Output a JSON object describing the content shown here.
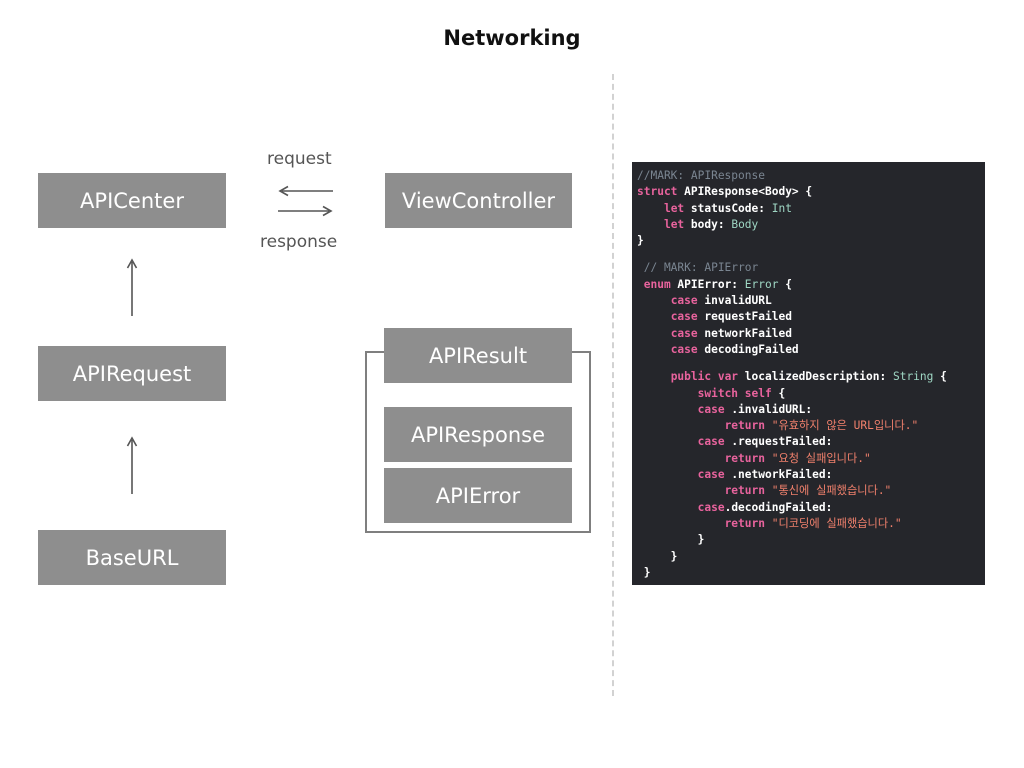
{
  "title": "Networking",
  "diagram": {
    "boxes": {
      "api_center": "APICenter",
      "view_controller": "ViewController",
      "api_request": "APIRequest",
      "base_url": "BaseURL",
      "api_result": "APIResult",
      "api_response": "APIResponse",
      "api_error": "APIError"
    },
    "labels": {
      "request": "request",
      "response": "response"
    },
    "colors": {
      "box_fill": "#8e8e8e",
      "box_text": "#ffffff",
      "arrow": "#555555",
      "frame": "#7f7f7f"
    }
  },
  "code": {
    "colors": {
      "background": "#25262b",
      "comment": "#7a8591",
      "keyword": "#e8639d",
      "type": "#9fd7c4",
      "plain": "#ffffff",
      "string": "#f0806c"
    },
    "lines": [
      [
        [
          "comment",
          "//MARK: APIResponse"
        ]
      ],
      [
        [
          "kw",
          "struct"
        ],
        [
          "plain",
          " APIResponse<Body> {"
        ]
      ],
      [
        [
          "plain",
          "    "
        ],
        [
          "kw",
          "let"
        ],
        [
          "plain",
          " statusCode: "
        ],
        [
          "type",
          "Int"
        ]
      ],
      [
        [
          "plain",
          "    "
        ],
        [
          "kw",
          "let"
        ],
        [
          "plain",
          " body: "
        ],
        [
          "type",
          "Body"
        ]
      ],
      [
        [
          "plain",
          "}"
        ]
      ],
      [],
      [
        [
          "comment",
          " // MARK: APIError"
        ]
      ],
      [
        [
          "kw",
          " enum"
        ],
        [
          "plain",
          " APIError: "
        ],
        [
          "type",
          "Error"
        ],
        [
          "plain",
          " {"
        ]
      ],
      [
        [
          "plain",
          "     "
        ],
        [
          "kw",
          "case"
        ],
        [
          "plain",
          " invalidURL"
        ]
      ],
      [
        [
          "plain",
          "     "
        ],
        [
          "kw",
          "case"
        ],
        [
          "plain",
          " requestFailed"
        ]
      ],
      [
        [
          "plain",
          "     "
        ],
        [
          "kw",
          "case"
        ],
        [
          "plain",
          " networkFailed"
        ]
      ],
      [
        [
          "plain",
          "     "
        ],
        [
          "kw",
          "case"
        ],
        [
          "plain",
          " decodingFailed"
        ]
      ],
      [],
      [
        [
          "plain",
          "     "
        ],
        [
          "kw",
          "public var"
        ],
        [
          "plain",
          " localizedDescription: "
        ],
        [
          "type",
          "String"
        ],
        [
          "plain",
          " {"
        ]
      ],
      [
        [
          "plain",
          "         "
        ],
        [
          "kw",
          "switch self"
        ],
        [
          "plain",
          " {"
        ]
      ],
      [
        [
          "plain",
          "         "
        ],
        [
          "kw",
          "case"
        ],
        [
          "plain",
          " .invalidURL:"
        ]
      ],
      [
        [
          "plain",
          "             "
        ],
        [
          "kw",
          "return"
        ],
        [
          "str",
          " \"유효하지 않은 URL입니다.\""
        ]
      ],
      [
        [
          "plain",
          "         "
        ],
        [
          "kw",
          "case"
        ],
        [
          "plain",
          " .requestFailed:"
        ]
      ],
      [
        [
          "plain",
          "             "
        ],
        [
          "kw",
          "return"
        ],
        [
          "str",
          " \"요청 실패입니다.\""
        ]
      ],
      [
        [
          "plain",
          "         "
        ],
        [
          "kw",
          "case"
        ],
        [
          "plain",
          " .networkFailed:"
        ]
      ],
      [
        [
          "plain",
          "             "
        ],
        [
          "kw",
          "return"
        ],
        [
          "str",
          " \"통신에 실패했습니다.\""
        ]
      ],
      [
        [
          "plain",
          "         "
        ],
        [
          "kw",
          "case"
        ],
        [
          "plain",
          ".decodingFailed:"
        ]
      ],
      [
        [
          "plain",
          "             "
        ],
        [
          "kw",
          "return"
        ],
        [
          "str",
          " \"디코딩에 실패했습니다.\""
        ]
      ],
      [
        [
          "plain",
          "         }"
        ]
      ],
      [
        [
          "plain",
          "     }"
        ]
      ],
      [
        [
          "plain",
          " }"
        ]
      ]
    ]
  }
}
